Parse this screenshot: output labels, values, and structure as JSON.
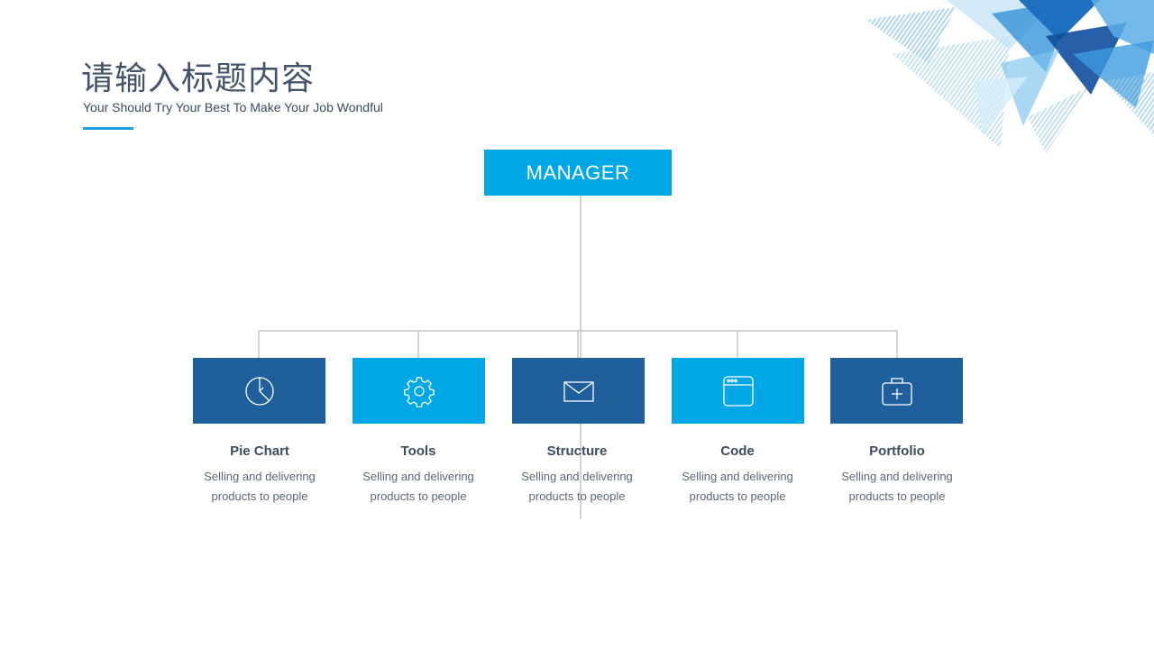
{
  "header": {
    "title": "请输入标题内容",
    "subtitle": "Your Should Try Your Best To Make Your Job Wondful"
  },
  "manager": {
    "label": "MANAGER",
    "color": "#00a7e7"
  },
  "colors": {
    "dark": "#1e5f9c",
    "light": "#00a7e7",
    "accent": "#1c9fe0",
    "connector": "#c4c4c4"
  },
  "items": [
    {
      "label": "Pie Chart",
      "icon": "pie-chart-icon",
      "color": "dark",
      "desc1": "Selling and delivering",
      "desc2": "products  to people"
    },
    {
      "label": "Tools",
      "icon": "gear-icon",
      "color": "light",
      "desc1": "Selling and delivering",
      "desc2": "products  to people"
    },
    {
      "label": "Structure",
      "icon": "envelope-icon",
      "color": "dark",
      "desc1": "Selling and delivering",
      "desc2": "products  to people"
    },
    {
      "label": "Code",
      "icon": "browser-window-icon",
      "color": "light",
      "desc1": "Selling and delivering",
      "desc2": "products  to people"
    },
    {
      "label": "Portfolio",
      "icon": "briefcase-icon",
      "color": "dark",
      "desc1": "Selling and delivering",
      "desc2": "products  to people"
    }
  ]
}
